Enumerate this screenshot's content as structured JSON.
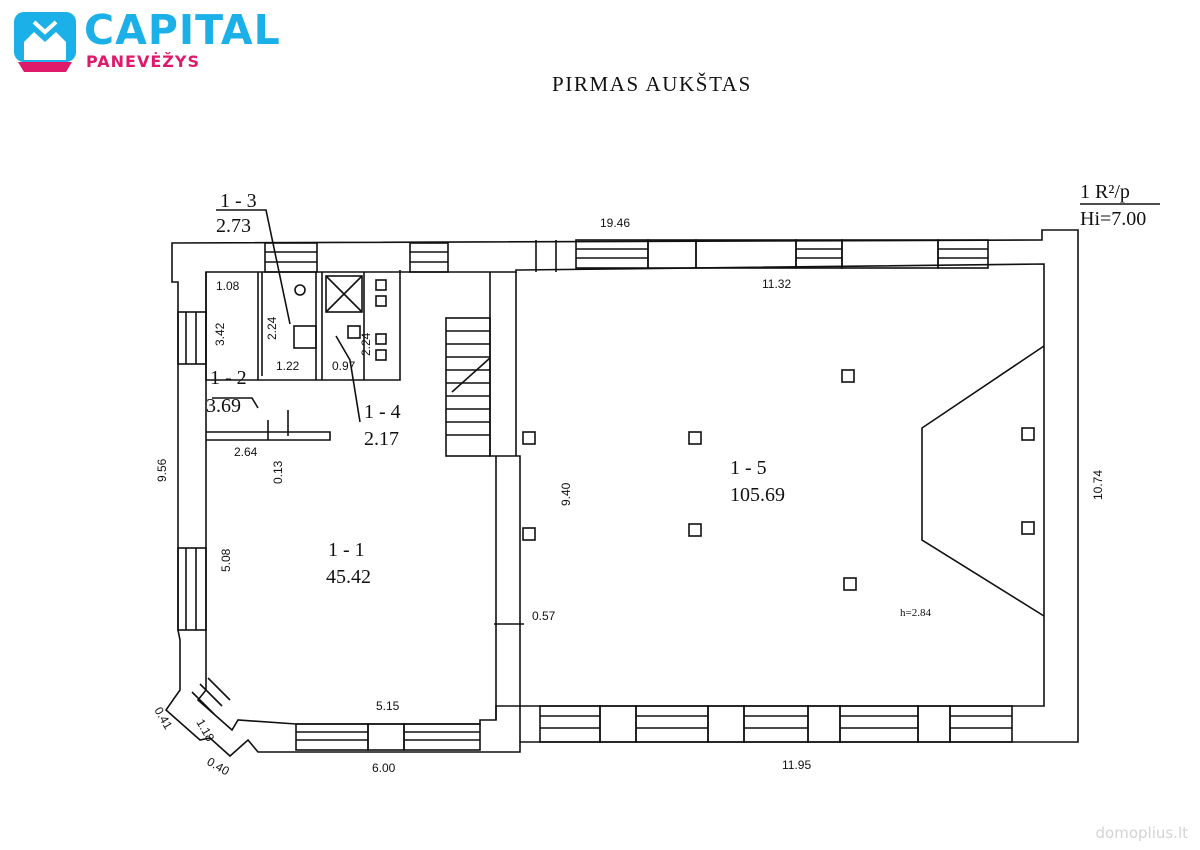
{
  "brand": {
    "name": "CAPITAL",
    "city": "PANEVĖŽYS",
    "primary_color": "#1bb0e8",
    "accent_color": "#e01a6a"
  },
  "plan": {
    "title": "PIRMAS AUKŠTAS",
    "legend": {
      "line1": "1 R²/p",
      "line2": "Hi=7.00"
    },
    "rooms": [
      {
        "id": "1 - 1",
        "area": "45.42"
      },
      {
        "id": "1 - 2",
        "area": "3.69"
      },
      {
        "id": "1 - 3",
        "area": "2.73"
      },
      {
        "id": "1 - 4",
        "area": "2.17"
      },
      {
        "id": "1 - 5",
        "area": "105.69"
      }
    ],
    "dimensions": {
      "overall_length_top": "19.46",
      "hall_top": "11.32",
      "hall_bottom": "11.95",
      "hall_depth": "9.40",
      "right_wall": "10.74",
      "left_wall": "9.56",
      "left_lower": "5.08",
      "left_upper": "3.42",
      "wc_width": "1.08",
      "wc_depth_a": "2.24",
      "wc_depth_b": "2.24",
      "wc_bottom_a": "1.22",
      "wc_bottom_b": "0.97",
      "partition_width": "2.64",
      "partition_thick": "0.13",
      "room_bottom": "5.15",
      "outer_bottom": "6.00",
      "wall_gap": "0.57",
      "bay_a": "0.41",
      "bay_b": "1.18",
      "bay_c": "0.40",
      "height_note": "h=2.84"
    }
  },
  "watermark": "domoplius.lt"
}
